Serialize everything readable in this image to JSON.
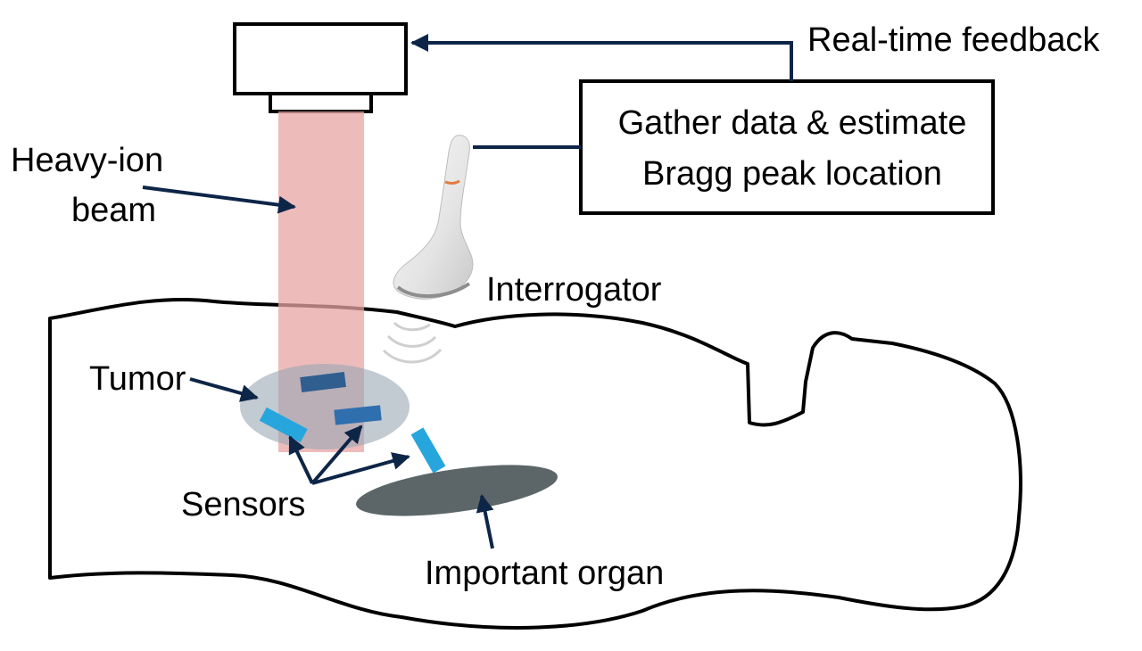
{
  "labels": {
    "realtime_feedback": "Real-time feedback",
    "process_line1": "Gather data & estimate",
    "process_line2": "Bragg peak location",
    "beam_line1": "Heavy-ion",
    "beam_line2": "beam",
    "interrogator": "Interrogator",
    "tumor": "Tumor",
    "sensors": "Sensors",
    "organ": "Important organ"
  },
  "colors": {
    "outline": "#000000",
    "arrow": "#0d2547",
    "beam": "#e8a4a4",
    "tumor": "#b9c1cc",
    "sensor_dark": "#2f5e8f",
    "sensor_light": "#27a6dd",
    "organ": "#5c6669",
    "probe": "#e9e9e9"
  },
  "icons": {
    "probe": "ultrasound-probe-icon",
    "wave": "acoustic-wave-icon"
  }
}
